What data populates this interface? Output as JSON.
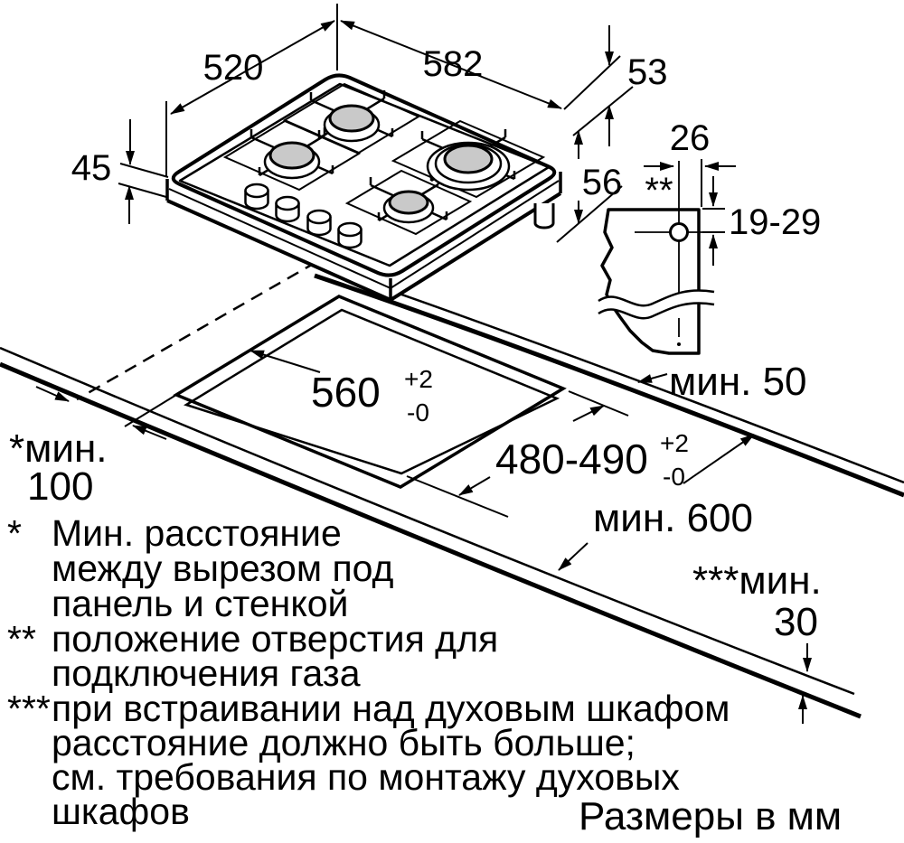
{
  "drawing": {
    "units_note": "Размеры в мм",
    "dims": {
      "hob_width": "582",
      "hob_depth": "520",
      "hob_height": "45",
      "edge_to_gas": "53",
      "below_worktop": "56",
      "gas_hole_offset": "26",
      "gas_hole_marker": "**",
      "gas_hole_depth": "19-29",
      "cutout_width": "560",
      "cutout_width_tol_plus": "+2",
      "cutout_width_tol_minus": "-0",
      "cutout_depth": "480-490",
      "cutout_depth_tol_plus": "+2",
      "cutout_depth_tol_minus": "-0",
      "min_right_clearance": "мин. 50",
      "min_worktop_depth": "мин. 600",
      "min_wall_label": "*мин.",
      "min_wall_value": "100",
      "min_oven_label": "***мин.",
      "min_oven_value": "30"
    },
    "footnotes": {
      "f1": {
        "marker": "*",
        "l1": "Мин. расстояние",
        "l2": "между вырезом под",
        "l3": "панель и стенкой"
      },
      "f2": {
        "marker": "**",
        "l1": "положение отверстия для",
        "l2": "подключения газа"
      },
      "f3": {
        "marker": "***",
        "l1": "при встраивании над духовым шкафом",
        "l2": "расстояние должно быть больше;",
        "l3": "см. требования по монтажу духовых",
        "l4": "шкафов"
      }
    }
  }
}
